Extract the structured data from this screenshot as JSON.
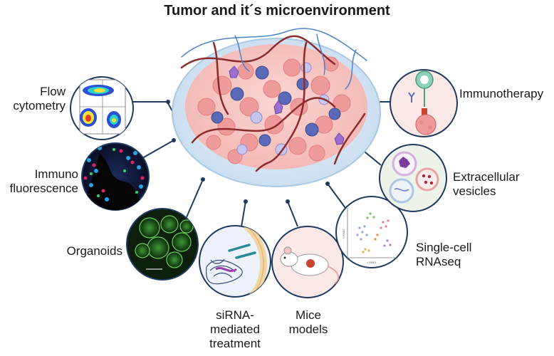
{
  "title": "Tumor and it´s microenvironment",
  "center": {
    "name": "tumor-microenvironment-illustration"
  },
  "methods": [
    {
      "key": "flow",
      "line1": "Flow",
      "line2": "cytometry",
      "line3": ""
    },
    {
      "key": "if",
      "line1": "Immuno",
      "line2": "fluorescence",
      "line3": ""
    },
    {
      "key": "organoids",
      "line1": "Organoids",
      "line2": "",
      "line3": ""
    },
    {
      "key": "sirna",
      "line1": "siRNA-",
      "line2": "mediated",
      "line3": "treatment"
    },
    {
      "key": "mice",
      "line1": "Mice",
      "line2": "models",
      "line3": ""
    },
    {
      "key": "scrna",
      "line1": "Single-cell",
      "line2": "RNAseq",
      "line3": ""
    },
    {
      "key": "ev",
      "line1": "Extracellular",
      "line2": "vesicles",
      "line3": ""
    },
    {
      "key": "immuno",
      "line1": "Immunotherapy",
      "line2": "",
      "line3": ""
    }
  ],
  "tsne_axes": {
    "x": "t-SNE1",
    "y": "t-SNE2"
  },
  "colors": {
    "connector": "#1f3a5f",
    "tumor_cell": "#f2a3a3",
    "immune_cell": "#6b78c9",
    "vessel": "#8c2b2b",
    "lymph": "#4a86c5",
    "circle_bg": "#fbe9e7"
  }
}
